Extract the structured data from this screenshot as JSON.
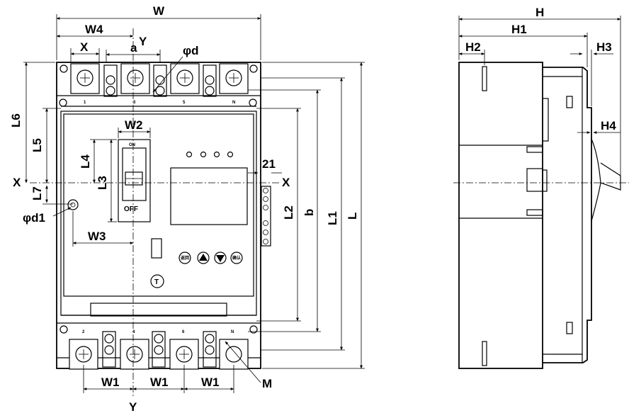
{
  "labels": {
    "W": "W",
    "W4": "W4",
    "Y_top": "Y",
    "X_top": "X",
    "a": "a",
    "phi_d": "φd",
    "L6": "L6",
    "L5": "L5",
    "L4": "L4",
    "L3": "L3",
    "W2": "W2",
    "L7": "L7",
    "X_left": "X",
    "X_right": "X",
    "phi_d1": "φd1",
    "W3": "W3",
    "dim21": "21",
    "L2": "L2",
    "b": "b",
    "L1": "L1",
    "L": "L",
    "W1_a": "W1",
    "W1_b": "W1",
    "W1_c": "W1",
    "M": "M",
    "Y_bottom": "Y",
    "H": "H",
    "H1": "H1",
    "H2": "H2",
    "H3": "H3",
    "H4": "H4"
  },
  "terminals": {
    "top": [
      "1",
      "3",
      "5",
      "N"
    ],
    "bottom": [
      "2",
      "4",
      "6",
      "N"
    ]
  },
  "switch": {
    "on": "ON",
    "off": "OFF"
  },
  "panel": {
    "test": "T",
    "btn1": "返回",
    "btn4": "确认"
  }
}
